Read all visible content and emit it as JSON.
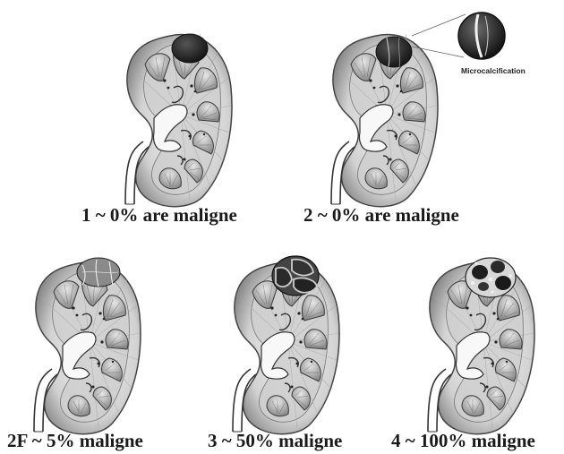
{
  "callout": {
    "label": "Microcalcification"
  },
  "panels": [
    {
      "id": "bosniak-1",
      "caption": "1 ~ 0% are maligne",
      "cyst": "simple"
    },
    {
      "id": "bosniak-2",
      "caption": "2 ~ 0% are maligne",
      "cyst": "septated-calcified"
    },
    {
      "id": "bosniak-2f",
      "caption": "2F ~ 5% maligne",
      "cyst": "multiseptated"
    },
    {
      "id": "bosniak-3",
      "caption": "3 ~ 50% maligne",
      "cyst": "thick-septated"
    },
    {
      "id": "bosniak-4",
      "caption": "4 ~ 100% maligne",
      "cyst": "solid-enhancing"
    }
  ]
}
